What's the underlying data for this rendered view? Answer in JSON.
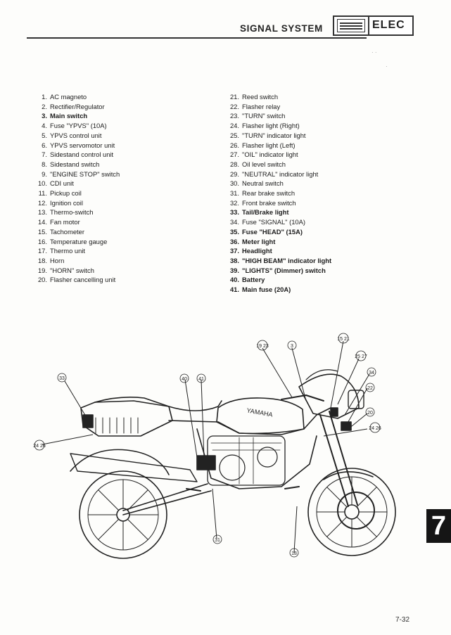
{
  "header": {
    "title": "SIGNAL SYSTEM",
    "badge_text": "ELEC",
    "badge_icon": "battery-icon"
  },
  "legend_left": [
    {
      "num": "1.",
      "label": "AC magneto",
      "bold": false
    },
    {
      "num": "2.",
      "label": "Rectifier/Regulator",
      "bold": false
    },
    {
      "num": "3.",
      "label": "Main switch",
      "bold": true
    },
    {
      "num": "4.",
      "label": "Fuse \"YPVS\" (10A)",
      "bold": false
    },
    {
      "num": "5.",
      "label": "YPVS control unit",
      "bold": false
    },
    {
      "num": "6.",
      "label": "YPVS servomotor unit",
      "bold": false
    },
    {
      "num": "7.",
      "label": "Sidestand control unit",
      "bold": false
    },
    {
      "num": "8.",
      "label": "Sidestand switch",
      "bold": false
    },
    {
      "num": "9.",
      "label": "\"ENGINE STOP\" switch",
      "bold": false
    },
    {
      "num": "10.",
      "label": "CDI unit",
      "bold": false
    },
    {
      "num": "11.",
      "label": "Pickup coil",
      "bold": false
    },
    {
      "num": "12.",
      "label": "Ignition coil",
      "bold": false
    },
    {
      "num": "13.",
      "label": "Thermo-switch",
      "bold": false
    },
    {
      "num": "14.",
      "label": "Fan motor",
      "bold": false
    },
    {
      "num": "15.",
      "label": "Tachometer",
      "bold": false
    },
    {
      "num": "16.",
      "label": "Temperature gauge",
      "bold": false
    },
    {
      "num": "17.",
      "label": "Thermo unit",
      "bold": false
    },
    {
      "num": "18.",
      "label": "Horn",
      "bold": false
    },
    {
      "num": "19.",
      "label": "\"HORN\" switch",
      "bold": false
    },
    {
      "num": "20.",
      "label": "Flasher cancelling unit",
      "bold": false
    }
  ],
  "legend_right": [
    {
      "num": "21.",
      "label": "Reed switch",
      "bold": false
    },
    {
      "num": "22.",
      "label": "Flasher relay",
      "bold": false
    },
    {
      "num": "23.",
      "label": "\"TURN\" switch",
      "bold": false
    },
    {
      "num": "24.",
      "label": "Flasher light (Right)",
      "bold": false
    },
    {
      "num": "25.",
      "label": "\"TURN\" indicator light",
      "bold": false
    },
    {
      "num": "26.",
      "label": "Flasher light (Left)",
      "bold": false
    },
    {
      "num": "27.",
      "label": "\"OIL\" indicator light",
      "bold": false
    },
    {
      "num": "28.",
      "label": "Oil level switch",
      "bold": false
    },
    {
      "num": "29.",
      "label": "\"NEUTRAL\" indicator light",
      "bold": false
    },
    {
      "num": "30.",
      "label": "Neutral switch",
      "bold": false
    },
    {
      "num": "31.",
      "label": "Rear brake switch",
      "bold": false
    },
    {
      "num": "32.",
      "label": "Front brake switch",
      "bold": false
    },
    {
      "num": "33.",
      "label": "Tail/Brake light",
      "bold": true
    },
    {
      "num": "34.",
      "label": "Fuse \"SIGNAL\" (10A)",
      "bold": false
    },
    {
      "num": "35.",
      "label": "Fuse \"HEAD\" (15A)",
      "bold": true
    },
    {
      "num": "36.",
      "label": "Meter light",
      "bold": true
    },
    {
      "num": "37.",
      "label": "Headlight",
      "bold": true
    },
    {
      "num": "38.",
      "label": "\"HIGH BEAM\" indicator light",
      "bold": true
    },
    {
      "num": "39.",
      "label": "\"LIGHTS\" (Dimmer) switch",
      "bold": true
    },
    {
      "num": "40.",
      "label": "Battery",
      "bold": true
    },
    {
      "num": "41.",
      "label": "Main fuse (20A)",
      "bold": true
    }
  ],
  "diagram": {
    "brand_text": "YAMAHA",
    "callouts": [
      "19 23",
      "3",
      "15 21",
      "25 27",
      "34",
      "22",
      "20",
      "24 26",
      "33",
      "24 26",
      "40",
      "41",
      "31",
      "18"
    ]
  },
  "section_tab": "7",
  "page_number": "7-32"
}
